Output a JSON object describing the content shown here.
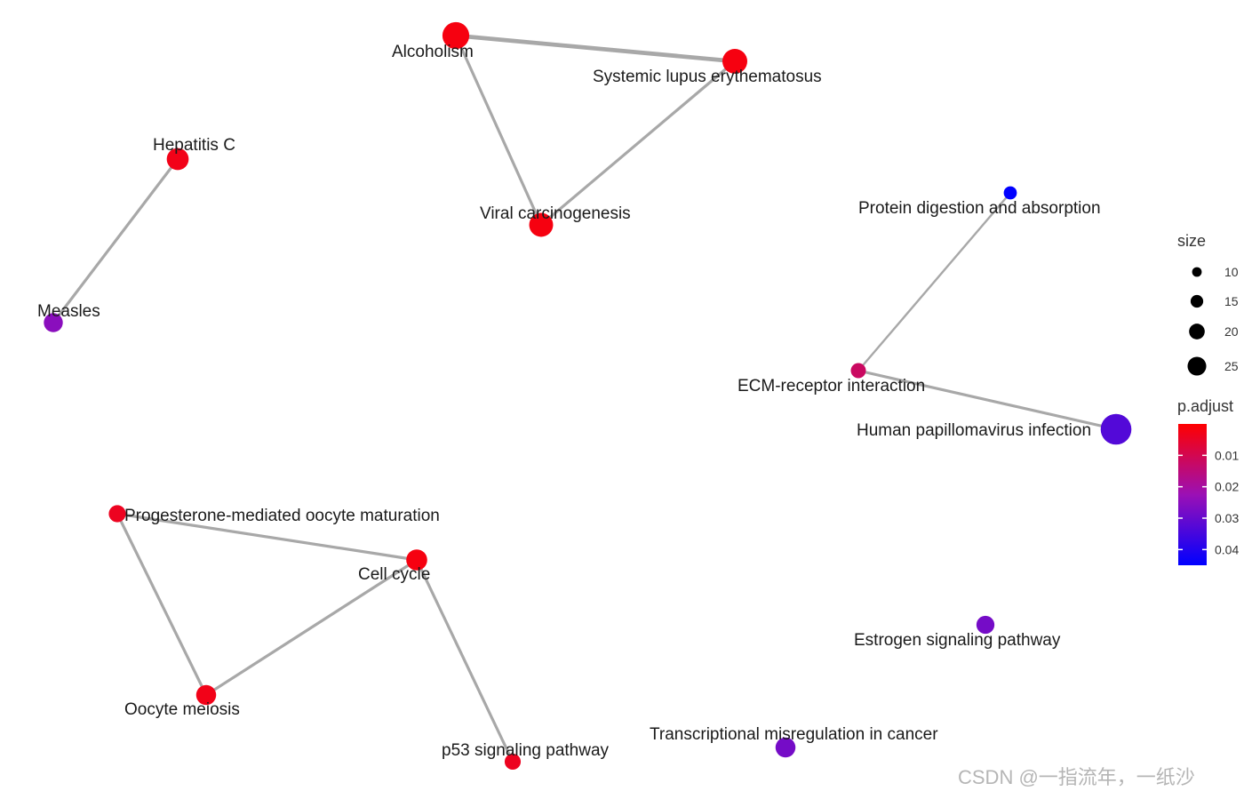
{
  "graph": {
    "nodes": [
      {
        "id": "alcoholism",
        "label": "Alcoholism",
        "size": 22,
        "p_adjust": 0.002
      },
      {
        "id": "sle",
        "label": "Systemic lupus erythematosus",
        "size": 20,
        "p_adjust": 0.002
      },
      {
        "id": "viral-carcinogenesis",
        "label": "Viral carcinogenesis",
        "size": 19,
        "p_adjust": 0.002
      },
      {
        "id": "hepatitis-c",
        "label": "Hepatitis C",
        "size": 17,
        "p_adjust": 0.003
      },
      {
        "id": "measles",
        "label": "Measles",
        "size": 14,
        "p_adjust": 0.025
      },
      {
        "id": "protein-digestion",
        "label": "Protein digestion and absorption",
        "size": 8,
        "p_adjust": 0.045
      },
      {
        "id": "ecm-receptor",
        "label": "ECM-receptor interaction",
        "size": 10,
        "p_adjust": 0.012
      },
      {
        "id": "hpv-infection",
        "label": "Human papillomavirus infection",
        "size": 26,
        "p_adjust": 0.033
      },
      {
        "id": "progesterone",
        "label": "Progesterone-mediated oocyte maturation",
        "size": 12,
        "p_adjust": 0.004
      },
      {
        "id": "cell-cycle",
        "label": "Cell cycle",
        "size": 16,
        "p_adjust": 0.002
      },
      {
        "id": "oocyte-meiosis",
        "label": "Oocyte meiosis",
        "size": 15,
        "p_adjust": 0.003
      },
      {
        "id": "p53",
        "label": "p53 signaling pathway",
        "size": 11,
        "p_adjust": 0.004
      },
      {
        "id": "estrogen",
        "label": "Estrogen signaling pathway",
        "size": 13,
        "p_adjust": 0.028
      },
      {
        "id": "transcriptional-misregulation",
        "label": "Transcriptional misregulation in cancer",
        "size": 15,
        "p_adjust": 0.028
      }
    ],
    "edges": [
      {
        "source": "alcoholism",
        "target": "sle",
        "weight": 3
      },
      {
        "source": "alcoholism",
        "target": "viral-carcinogenesis",
        "weight": 2
      },
      {
        "source": "sle",
        "target": "viral-carcinogenesis",
        "weight": 2
      },
      {
        "source": "hepatitis-c",
        "target": "measles",
        "weight": 2
      },
      {
        "source": "protein-digestion",
        "target": "ecm-receptor",
        "weight": 1.5
      },
      {
        "source": "ecm-receptor",
        "target": "hpv-infection",
        "weight": 2
      },
      {
        "source": "progesterone",
        "target": "cell-cycle",
        "weight": 2
      },
      {
        "source": "progesterone",
        "target": "oocyte-meiosis",
        "weight": 2
      },
      {
        "source": "cell-cycle",
        "target": "oocyte-meiosis",
        "weight": 2
      },
      {
        "source": "cell-cycle",
        "target": "p53",
        "weight": 2
      }
    ]
  },
  "legend": {
    "size": {
      "title": "size",
      "values": [
        10,
        15,
        20,
        25
      ],
      "labels": [
        "10",
        "15",
        "20",
        "25"
      ]
    },
    "color": {
      "title": "p.adjust",
      "domain": [
        0,
        0.045
      ],
      "ticks": [
        0.01,
        0.02,
        0.03,
        0.04
      ],
      "tick_labels": [
        "0.01",
        "0.02",
        "0.03",
        "0.04"
      ],
      "low_color": "#ff0000",
      "mid_color": "#9b10b5",
      "high_color": "#0000ff"
    }
  },
  "colors": {
    "edge": "#a8a8a8",
    "label": "#1a1a1a"
  },
  "watermark": "CSDN @一指流年，一纸沙"
}
